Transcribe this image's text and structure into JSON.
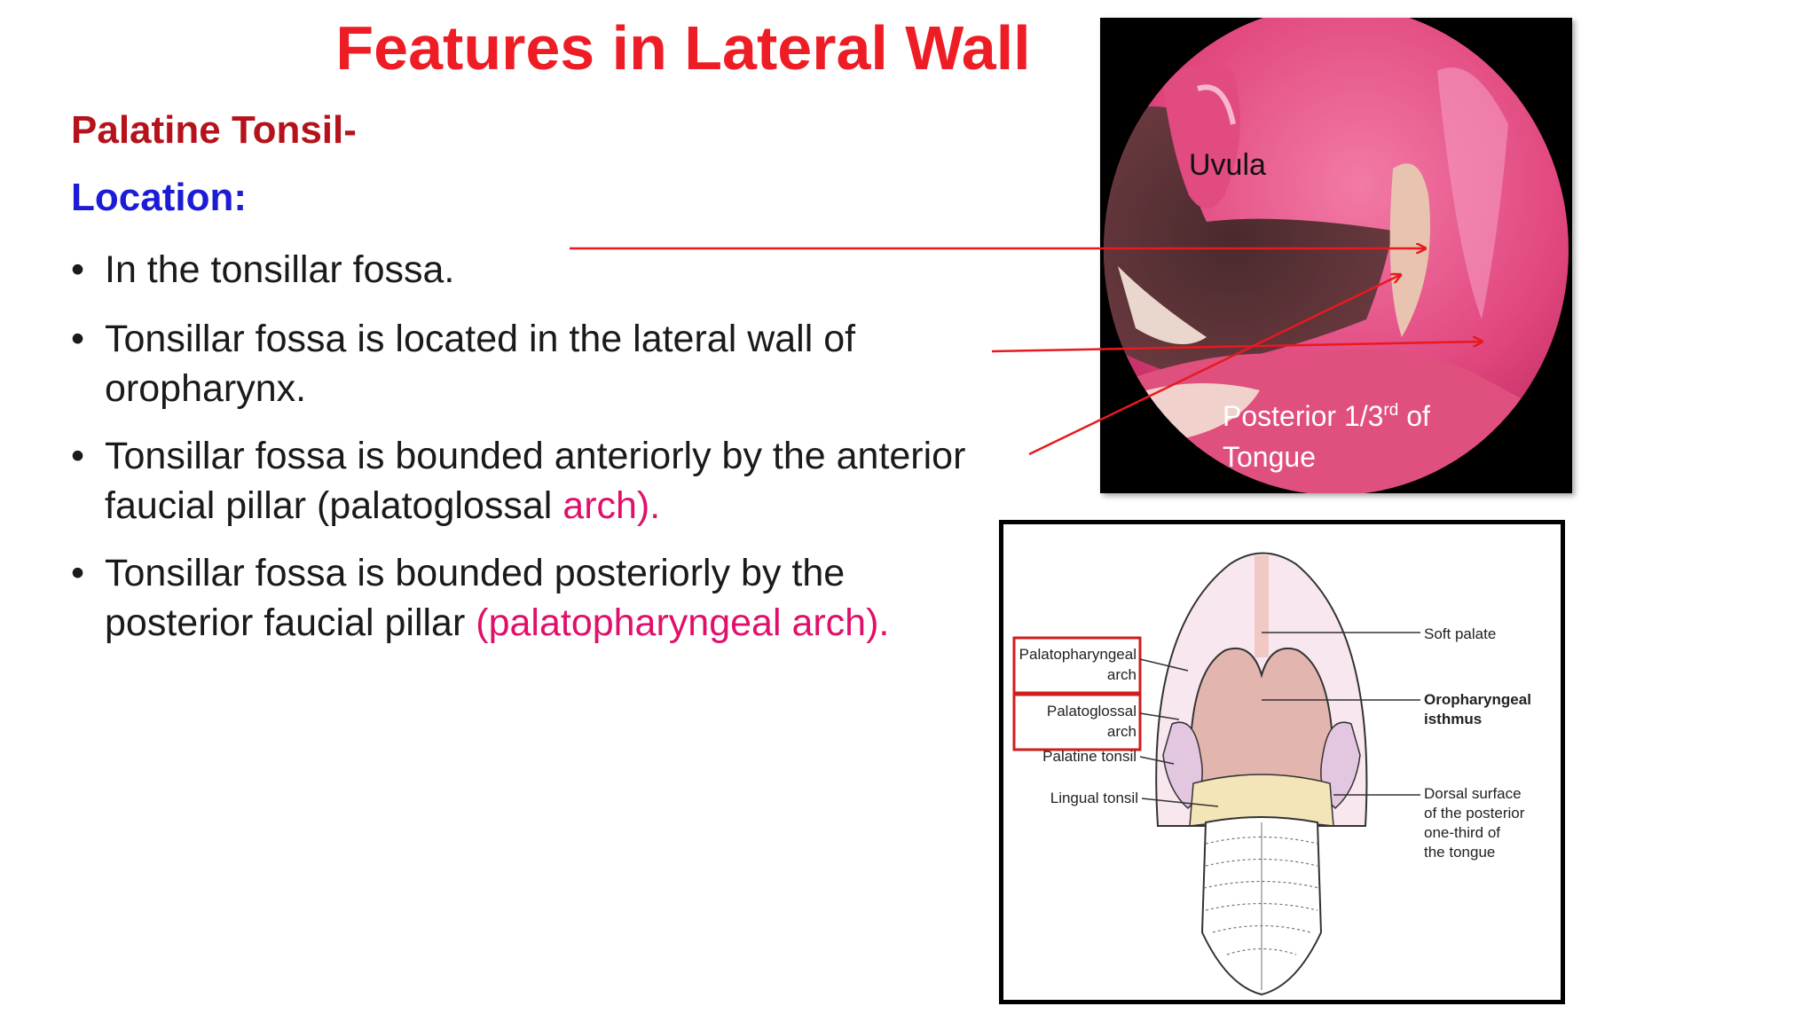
{
  "slide": {
    "title": "Features in Lateral Wall",
    "subheading": "Palatine Tonsil-",
    "location_label": "Location:",
    "bullets": [
      {
        "line1": "In the tonsillar fossa."
      },
      {
        "line1": "Tonsillar fossa is located in the lateral wall of",
        "line2": "oropharynx."
      },
      {
        "line1": "Tonsillar fossa is bounded anteriorly by the anterior",
        "line2_plain": "faucial pillar (palatoglossal ",
        "line2_pink": "arch)."
      },
      {
        "line1": "Tonsillar fossa is bounded posteriorly by the",
        "line2_plain": "posterior faucial pillar ",
        "line2_pink": "(palatopharyngeal arch)."
      }
    ],
    "bullet_symbol": "•"
  },
  "photo": {
    "uvula_label": "Uvula",
    "tongue_label_part1": "Posterior 1/3",
    "tongue_label_sup": "rd",
    "tongue_label_part2": " of",
    "tongue_label_line2": "Tongue"
  },
  "diagram": {
    "labels": {
      "soft_palate": "Soft palate",
      "oropharyngeal_1": "Oropharyngeal",
      "oropharyngeal_2": "isthmus",
      "dorsal_1": "Dorsal surface",
      "dorsal_2": "of the posterior",
      "dorsal_3": "one-third of",
      "dorsal_4": "the tongue",
      "palatopharyngeal_1": "Palatopharyngeal",
      "palatopharyngeal_2": "arch",
      "palatoglossal_1": "Palatoglossal",
      "palatoglossal_2": "arch",
      "palatine_tonsil": "Palatine tonsil",
      "lingual_tonsil": "Lingual tonsil"
    }
  },
  "colors": {
    "title": "#ee1c25",
    "subheading": "#b5121b",
    "location": "#1c1cd6",
    "highlight": "#e0106a",
    "arrow": "#e8191f"
  }
}
